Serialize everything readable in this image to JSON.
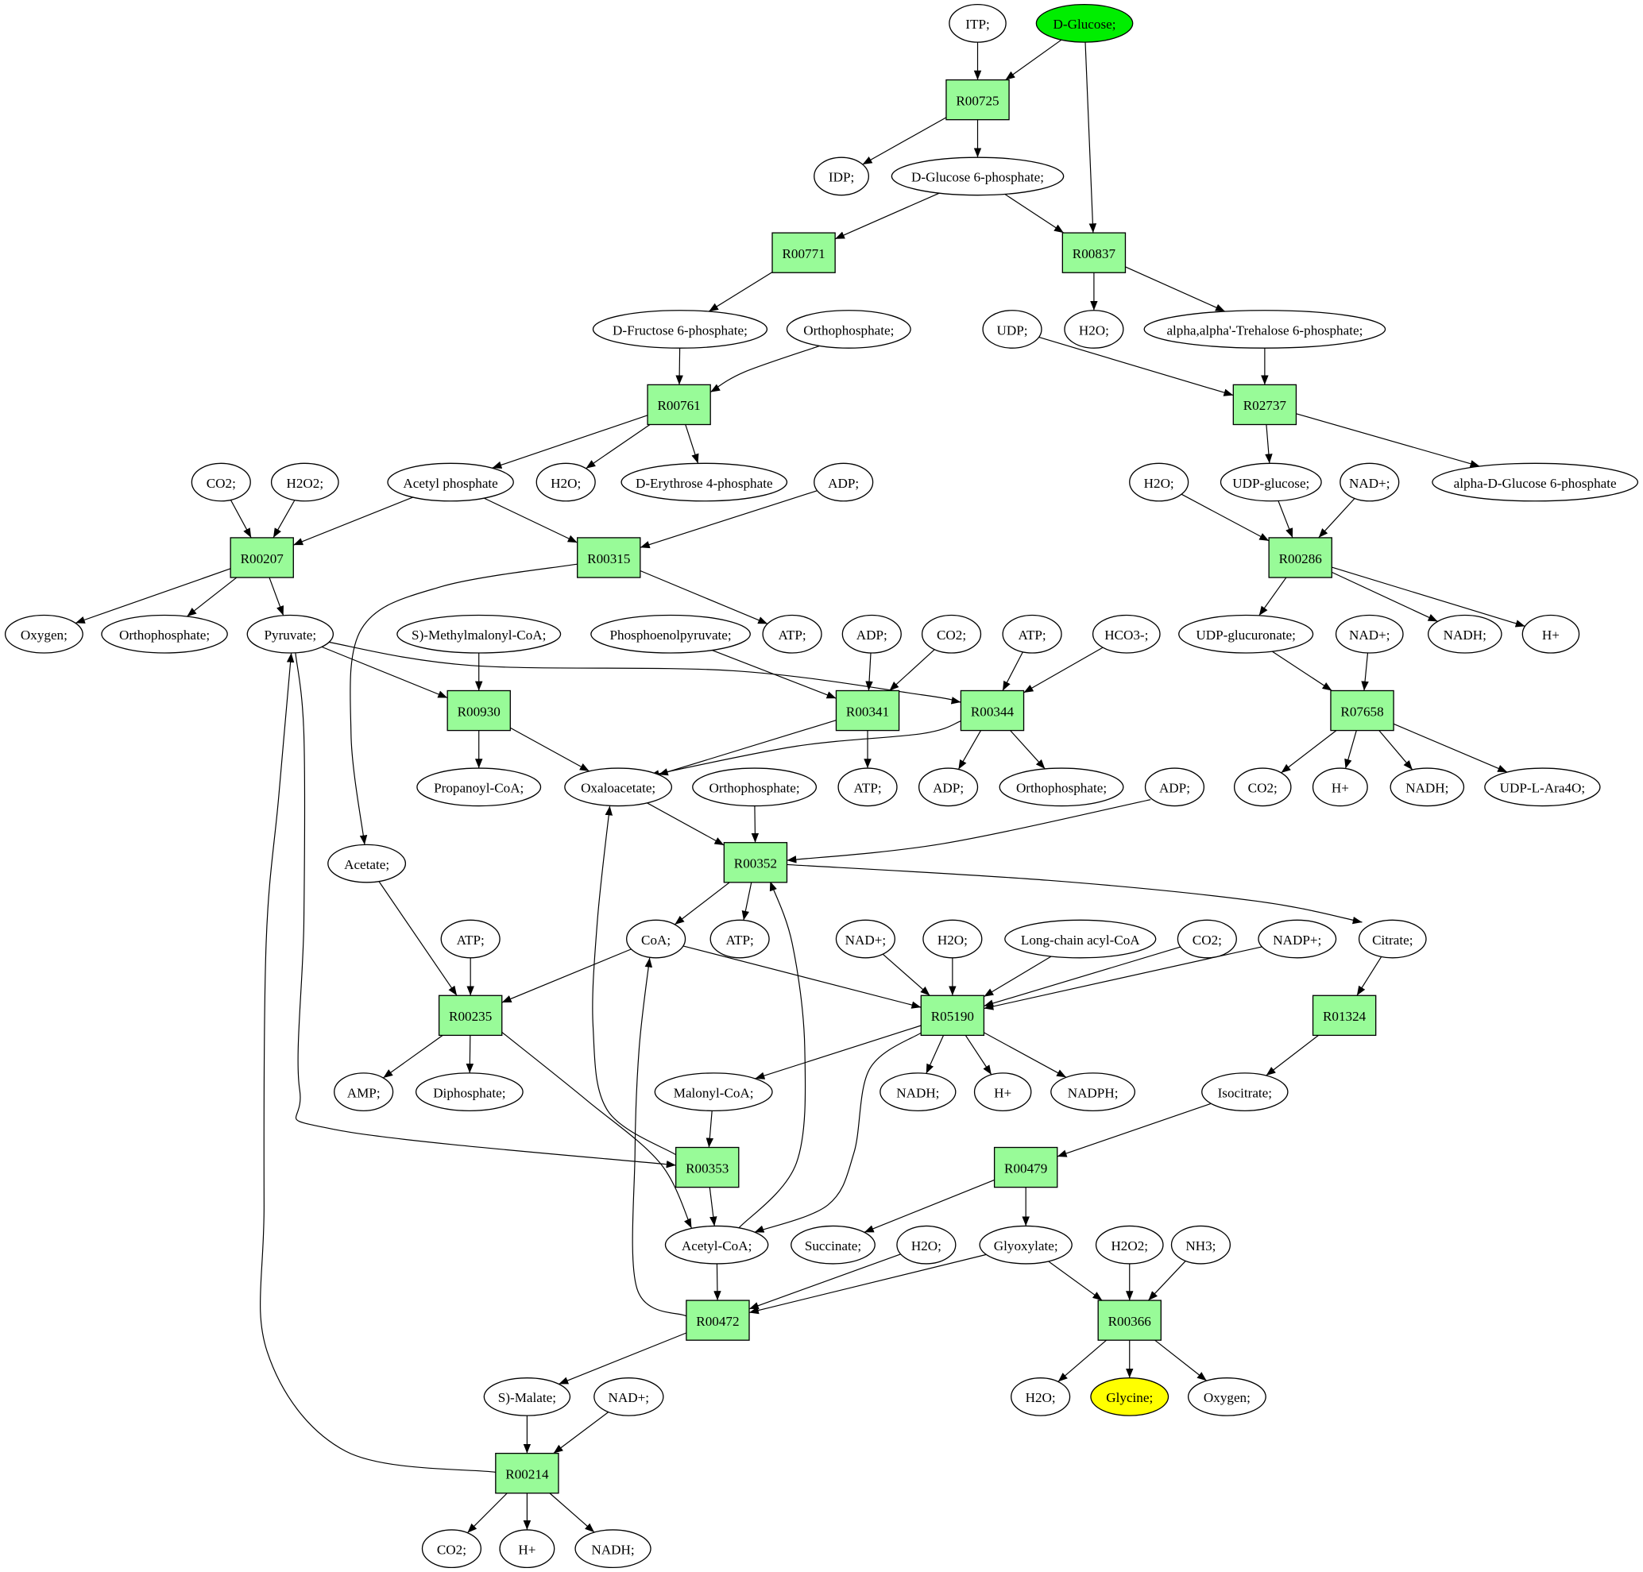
{
  "diagram": {
    "type": "metabolic-pathway-graph",
    "colors": {
      "reaction_fill": "#98fb98",
      "source_fill": "#00ee00",
      "target_fill": "#ffff00",
      "compound_fill": "#ffffff",
      "stroke": "#000000"
    },
    "nodes": [
      {
        "id": "itp",
        "label": "ITP;",
        "kind": "compound"
      },
      {
        "id": "dglucose",
        "label": "D-Glucose;",
        "kind": "source"
      },
      {
        "id": "R00725",
        "label": "R00725",
        "kind": "reaction"
      },
      {
        "id": "idp",
        "label": "IDP;",
        "kind": "compound"
      },
      {
        "id": "g6p",
        "label": "D-Glucose 6-phosphate;",
        "kind": "compound"
      },
      {
        "id": "R00771",
        "label": "R00771",
        "kind": "reaction"
      },
      {
        "id": "R00837",
        "label": "R00837",
        "kind": "reaction"
      },
      {
        "id": "f6p",
        "label": "D-Fructose 6-phosphate;",
        "kind": "compound"
      },
      {
        "id": "pi1",
        "label": "Orthophosphate;",
        "kind": "compound"
      },
      {
        "id": "udp1",
        "label": "UDP;",
        "kind": "compound"
      },
      {
        "id": "h2o1",
        "label": "H2O;",
        "kind": "compound"
      },
      {
        "id": "t6p",
        "label": "alpha,alpha'-Trehalose 6-phosphate;",
        "kind": "compound"
      },
      {
        "id": "R00761",
        "label": "R00761",
        "kind": "reaction"
      },
      {
        "id": "R02737",
        "label": "R02737",
        "kind": "reaction"
      },
      {
        "id": "co2a",
        "label": "CO2;",
        "kind": "compound"
      },
      {
        "id": "h2o2a",
        "label": "H2O2;",
        "kind": "compound"
      },
      {
        "id": "acp",
        "label": "Acetyl phosphate",
        "kind": "compound"
      },
      {
        "id": "h2o2",
        "label": "H2O;",
        "kind": "compound"
      },
      {
        "id": "e4p",
        "label": "D-Erythrose 4-phosphate",
        "kind": "compound"
      },
      {
        "id": "adp1",
        "label": "ADP;",
        "kind": "compound"
      },
      {
        "id": "h2o3",
        "label": "H2O;",
        "kind": "compound"
      },
      {
        "id": "udpg",
        "label": "UDP-glucose;",
        "kind": "compound"
      },
      {
        "id": "nad1",
        "label": "NAD+;",
        "kind": "compound"
      },
      {
        "id": "ag6p",
        "label": "alpha-D-Glucose 6-phosphate",
        "kind": "compound"
      },
      {
        "id": "R00207",
        "label": "R00207",
        "kind": "reaction"
      },
      {
        "id": "R00315",
        "label": "R00315",
        "kind": "reaction"
      },
      {
        "id": "R00286",
        "label": "R00286",
        "kind": "reaction"
      },
      {
        "id": "oxy1",
        "label": "Oxygen;",
        "kind": "compound"
      },
      {
        "id": "pi2",
        "label": "Orthophosphate;",
        "kind": "compound"
      },
      {
        "id": "pyr",
        "label": "Pyruvate;",
        "kind": "compound"
      },
      {
        "id": "smmcoa",
        "label": "S)-Methylmalonyl-CoA;",
        "kind": "compound"
      },
      {
        "id": "pep",
        "label": "Phosphoenolpyruvate;",
        "kind": "compound"
      },
      {
        "id": "atp1",
        "label": "ATP;",
        "kind": "compound"
      },
      {
        "id": "adp2",
        "label": "ADP;",
        "kind": "compound"
      },
      {
        "id": "co2b",
        "label": "CO2;",
        "kind": "compound"
      },
      {
        "id": "atp2",
        "label": "ATP;",
        "kind": "compound"
      },
      {
        "id": "hco3",
        "label": "HCO3-;",
        "kind": "compound"
      },
      {
        "id": "udpgla",
        "label": "UDP-glucuronate;",
        "kind": "compound"
      },
      {
        "id": "nad2",
        "label": "NAD+;",
        "kind": "compound"
      },
      {
        "id": "nadh1",
        "label": "NADH;",
        "kind": "compound"
      },
      {
        "id": "hp1",
        "label": "H+",
        "kind": "compound"
      },
      {
        "id": "R00930",
        "label": "R00930",
        "kind": "reaction"
      },
      {
        "id": "R00341",
        "label": "R00341",
        "kind": "reaction"
      },
      {
        "id": "R00344",
        "label": "R00344",
        "kind": "reaction"
      },
      {
        "id": "R07658",
        "label": "R07658",
        "kind": "reaction"
      },
      {
        "id": "propcoa",
        "label": "Propanoyl-CoA;",
        "kind": "compound"
      },
      {
        "id": "oaa",
        "label": "Oxaloacetate;",
        "kind": "compound"
      },
      {
        "id": "pi3",
        "label": "Orthophosphate;",
        "kind": "compound"
      },
      {
        "id": "atp3",
        "label": "ATP;",
        "kind": "compound"
      },
      {
        "id": "adp3",
        "label": "ADP;",
        "kind": "compound"
      },
      {
        "id": "pi4",
        "label": "Orthophosphate;",
        "kind": "compound"
      },
      {
        "id": "adp4",
        "label": "ADP;",
        "kind": "compound"
      },
      {
        "id": "co2c",
        "label": "CO2;",
        "kind": "compound"
      },
      {
        "id": "hp2",
        "label": "H+",
        "kind": "compound"
      },
      {
        "id": "nadh2",
        "label": "NADH;",
        "kind": "compound"
      },
      {
        "id": "udpara",
        "label": "UDP-L-Ara4O;",
        "kind": "compound"
      },
      {
        "id": "acetate",
        "label": "Acetate;",
        "kind": "compound"
      },
      {
        "id": "R00352",
        "label": "R00352",
        "kind": "reaction"
      },
      {
        "id": "atp4",
        "label": "ATP;",
        "kind": "compound"
      },
      {
        "id": "coa",
        "label": "CoA;",
        "kind": "compound"
      },
      {
        "id": "atp5",
        "label": "ATP;",
        "kind": "compound"
      },
      {
        "id": "nad3",
        "label": "NAD+;",
        "kind": "compound"
      },
      {
        "id": "h2o4",
        "label": "H2O;",
        "kind": "compound"
      },
      {
        "id": "lcacoa",
        "label": "Long-chain acyl-CoA",
        "kind": "compound"
      },
      {
        "id": "co2d",
        "label": "CO2;",
        "kind": "compound"
      },
      {
        "id": "nadp",
        "label": "NADP+;",
        "kind": "compound"
      },
      {
        "id": "citrate",
        "label": "Citrate;",
        "kind": "compound"
      },
      {
        "id": "R00235",
        "label": "R00235",
        "kind": "reaction"
      },
      {
        "id": "R05190",
        "label": "R05190",
        "kind": "reaction"
      },
      {
        "id": "R01324",
        "label": "R01324",
        "kind": "reaction"
      },
      {
        "id": "amp",
        "label": "AMP;",
        "kind": "compound"
      },
      {
        "id": "ppi",
        "label": "Diphosphate;",
        "kind": "compound"
      },
      {
        "id": "malcoa",
        "label": "Malonyl-CoA;",
        "kind": "compound"
      },
      {
        "id": "nadh3",
        "label": "NADH;",
        "kind": "compound"
      },
      {
        "id": "hp3",
        "label": "H+",
        "kind": "compound"
      },
      {
        "id": "nadph",
        "label": "NADPH;",
        "kind": "compound"
      },
      {
        "id": "isocit",
        "label": "Isocitrate;",
        "kind": "compound"
      },
      {
        "id": "R00353",
        "label": "R00353",
        "kind": "reaction"
      },
      {
        "id": "R00479",
        "label": "R00479",
        "kind": "reaction"
      },
      {
        "id": "accoa",
        "label": "Acetyl-CoA;",
        "kind": "compound"
      },
      {
        "id": "succ",
        "label": "Succinate;",
        "kind": "compound"
      },
      {
        "id": "h2o5",
        "label": "H2O;",
        "kind": "compound"
      },
      {
        "id": "glyox",
        "label": "Glyoxylate;",
        "kind": "compound"
      },
      {
        "id": "h2o2b",
        "label": "H2O2;",
        "kind": "compound"
      },
      {
        "id": "nh3",
        "label": "NH3;",
        "kind": "compound"
      },
      {
        "id": "R00472",
        "label": "R00472",
        "kind": "reaction"
      },
      {
        "id": "R00366",
        "label": "R00366",
        "kind": "reaction"
      },
      {
        "id": "smal",
        "label": "S)-Malate;",
        "kind": "compound"
      },
      {
        "id": "nad4",
        "label": "NAD+;",
        "kind": "compound"
      },
      {
        "id": "h2o6",
        "label": "H2O;",
        "kind": "compound"
      },
      {
        "id": "glycine",
        "label": "Glycine;",
        "kind": "target"
      },
      {
        "id": "oxy2",
        "label": "Oxygen;",
        "kind": "compound"
      },
      {
        "id": "R00214",
        "label": "R00214",
        "kind": "reaction"
      },
      {
        "id": "co2e",
        "label": "CO2;",
        "kind": "compound"
      },
      {
        "id": "hp4",
        "label": "H+",
        "kind": "compound"
      },
      {
        "id": "nadh4",
        "label": "NADH;",
        "kind": "compound"
      }
    ],
    "edges": [
      [
        "itp",
        "R00725"
      ],
      [
        "dglucose",
        "R00725"
      ],
      [
        "dglucose",
        "R00837"
      ],
      [
        "R00725",
        "idp"
      ],
      [
        "R00725",
        "g6p"
      ],
      [
        "g6p",
        "R00771"
      ],
      [
        "g6p",
        "R00837"
      ],
      [
        "R00771",
        "f6p"
      ],
      [
        "R00837",
        "h2o1"
      ],
      [
        "R00837",
        "t6p"
      ],
      [
        "f6p",
        "R00761"
      ],
      [
        "pi1",
        "R00761"
      ],
      [
        "udp1",
        "R02737"
      ],
      [
        "t6p",
        "R02737"
      ],
      [
        "R00761",
        "acp"
      ],
      [
        "R00761",
        "h2o2"
      ],
      [
        "R00761",
        "e4p"
      ],
      [
        "R02737",
        "udpg"
      ],
      [
        "R02737",
        "ag6p"
      ],
      [
        "co2a",
        "R00207"
      ],
      [
        "h2o2a",
        "R00207"
      ],
      [
        "acp",
        "R00207"
      ],
      [
        "acp",
        "R00315"
      ],
      [
        "adp1",
        "R00315"
      ],
      [
        "h2o3",
        "R00286"
      ],
      [
        "udpg",
        "R00286"
      ],
      [
        "nad1",
        "R00286"
      ],
      [
        "R00207",
        "oxy1"
      ],
      [
        "R00207",
        "pi2"
      ],
      [
        "R00207",
        "pyr"
      ],
      [
        "R00315",
        "atp1"
      ],
      [
        "R00315",
        "acetate"
      ],
      [
        "R00286",
        "udpgla"
      ],
      [
        "R00286",
        "nadh1"
      ],
      [
        "R00286",
        "hp1"
      ],
      [
        "pyr",
        "R00930"
      ],
      [
        "smmcoa",
        "R00930"
      ],
      [
        "pyr",
        "R00344"
      ],
      [
        "pyr",
        "R00353"
      ],
      [
        "pep",
        "R00341"
      ],
      [
        "adp2",
        "R00341"
      ],
      [
        "co2b",
        "R00341"
      ],
      [
        "atp2",
        "R00344"
      ],
      [
        "hco3",
        "R00344"
      ],
      [
        "udpgla",
        "R07658"
      ],
      [
        "nad2",
        "R07658"
      ],
      [
        "R00930",
        "propcoa"
      ],
      [
        "R00930",
        "oaa"
      ],
      [
        "R00341",
        "oaa"
      ],
      [
        "R00341",
        "atp3"
      ],
      [
        "R00344",
        "oaa"
      ],
      [
        "R00344",
        "adp3"
      ],
      [
        "R00344",
        "pi4"
      ],
      [
        "R07658",
        "co2c"
      ],
      [
        "R07658",
        "hp2"
      ],
      [
        "R07658",
        "nadh2"
      ],
      [
        "R07658",
        "udpara"
      ],
      [
        "oaa",
        "R00352"
      ],
      [
        "pi3",
        "R00352"
      ],
      [
        "adp4",
        "R00352"
      ],
      [
        "accoa",
        "R00352"
      ],
      [
        "R00352",
        "coa"
      ],
      [
        "R00352",
        "atp5"
      ],
      [
        "R00352",
        "citrate"
      ],
      [
        "acetate",
        "R00235"
      ],
      [
        "atp4",
        "R00235"
      ],
      [
        "coa",
        "R00235"
      ],
      [
        "coa",
        "R05190"
      ],
      [
        "nad3",
        "R05190"
      ],
      [
        "h2o4",
        "R05190"
      ],
      [
        "lcacoa",
        "R05190"
      ],
      [
        "co2d",
        "R05190"
      ],
      [
        "nadp",
        "R05190"
      ],
      [
        "citrate",
        "R01324"
      ],
      [
        "R00235",
        "amp"
      ],
      [
        "R00235",
        "ppi"
      ],
      [
        "R00235",
        "accoa"
      ],
      [
        "R05190",
        "malcoa"
      ],
      [
        "R05190",
        "nadh3"
      ],
      [
        "R05190",
        "hp3"
      ],
      [
        "R05190",
        "nadph"
      ],
      [
        "R05190",
        "accoa"
      ],
      [
        "R01324",
        "isocit"
      ],
      [
        "malcoa",
        "R00353"
      ],
      [
        "R00353",
        "oaa"
      ],
      [
        "R00353",
        "accoa"
      ],
      [
        "isocit",
        "R00479"
      ],
      [
        "R00479",
        "succ"
      ],
      [
        "R00479",
        "glyox"
      ],
      [
        "accoa",
        "R00472"
      ],
      [
        "h2o5",
        "R00472"
      ],
      [
        "glyox",
        "R00472"
      ],
      [
        "R00472",
        "coa"
      ],
      [
        "glyox",
        "R00366"
      ],
      [
        "h2o2b",
        "R00366"
      ],
      [
        "nh3",
        "R00366"
      ],
      [
        "R00472",
        "smal"
      ],
      [
        "R00366",
        "h2o6"
      ],
      [
        "R00366",
        "glycine"
      ],
      [
        "R00366",
        "oxy2"
      ],
      [
        "smal",
        "R00214"
      ],
      [
        "nad4",
        "R00214"
      ],
      [
        "R00214",
        "co2e"
      ],
      [
        "R00214",
        "hp4"
      ],
      [
        "R00214",
        "nadh4"
      ],
      [
        "R00214",
        "pyr"
      ]
    ]
  }
}
